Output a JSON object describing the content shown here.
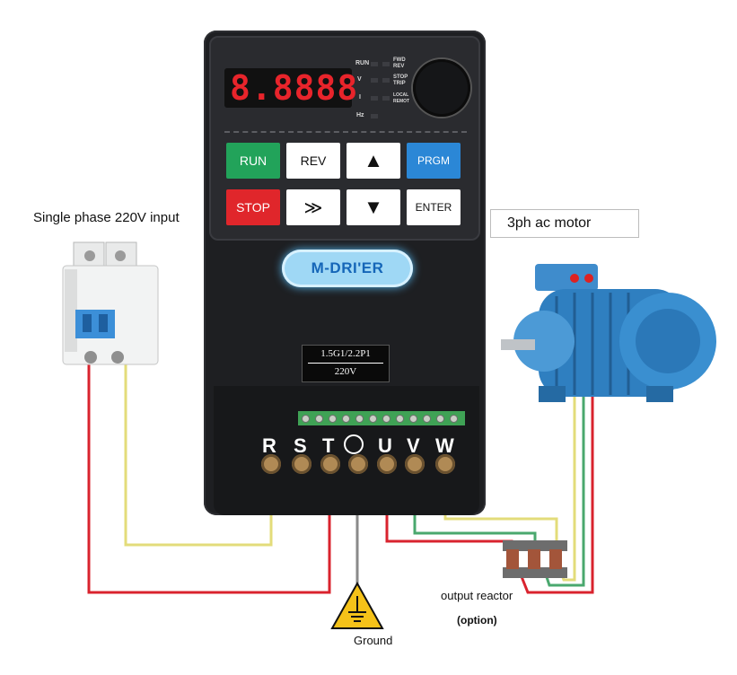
{
  "labels": {
    "input": "Single phase 220V input",
    "motor": "3ph ac motor",
    "reactor": "output reactor",
    "option": "(option)",
    "ground": "Ground"
  },
  "inverter": {
    "display_value": "8.8888",
    "indicators_left": [
      "RUN",
      "V",
      "I",
      "Hz"
    ],
    "indicators_right": [
      "FWD REV",
      "STOP TRIP",
      "LOCAL REMOT"
    ],
    "keys_row1": [
      "RUN",
      "REV",
      "▲",
      "PRGM"
    ],
    "keys_row2": [
      "STOP",
      "≫",
      "▼",
      "ENTER"
    ],
    "logo": "M-DRI'ER",
    "rating_line1": "1.5G1/2.2P1",
    "rating_line2": "220V",
    "terminals": [
      "R",
      "S",
      "T",
      "U",
      "V",
      "W"
    ]
  },
  "colors": {
    "wire_red": "#d9232e",
    "wire_yellow": "#e3dc7a",
    "wire_green": "#4aa86e",
    "wire_gray": "#8a8a8a",
    "run_key": "#22a35a",
    "stop_key": "#e0262b",
    "prgm_key": "#2b87d6",
    "display_digits": "#e8242b",
    "motor_blue": "#2f7fc0"
  },
  "icons": [
    "breaker-icon",
    "motor-icon",
    "reactor-icon",
    "ground-warning-icon",
    "knob-icon"
  ]
}
